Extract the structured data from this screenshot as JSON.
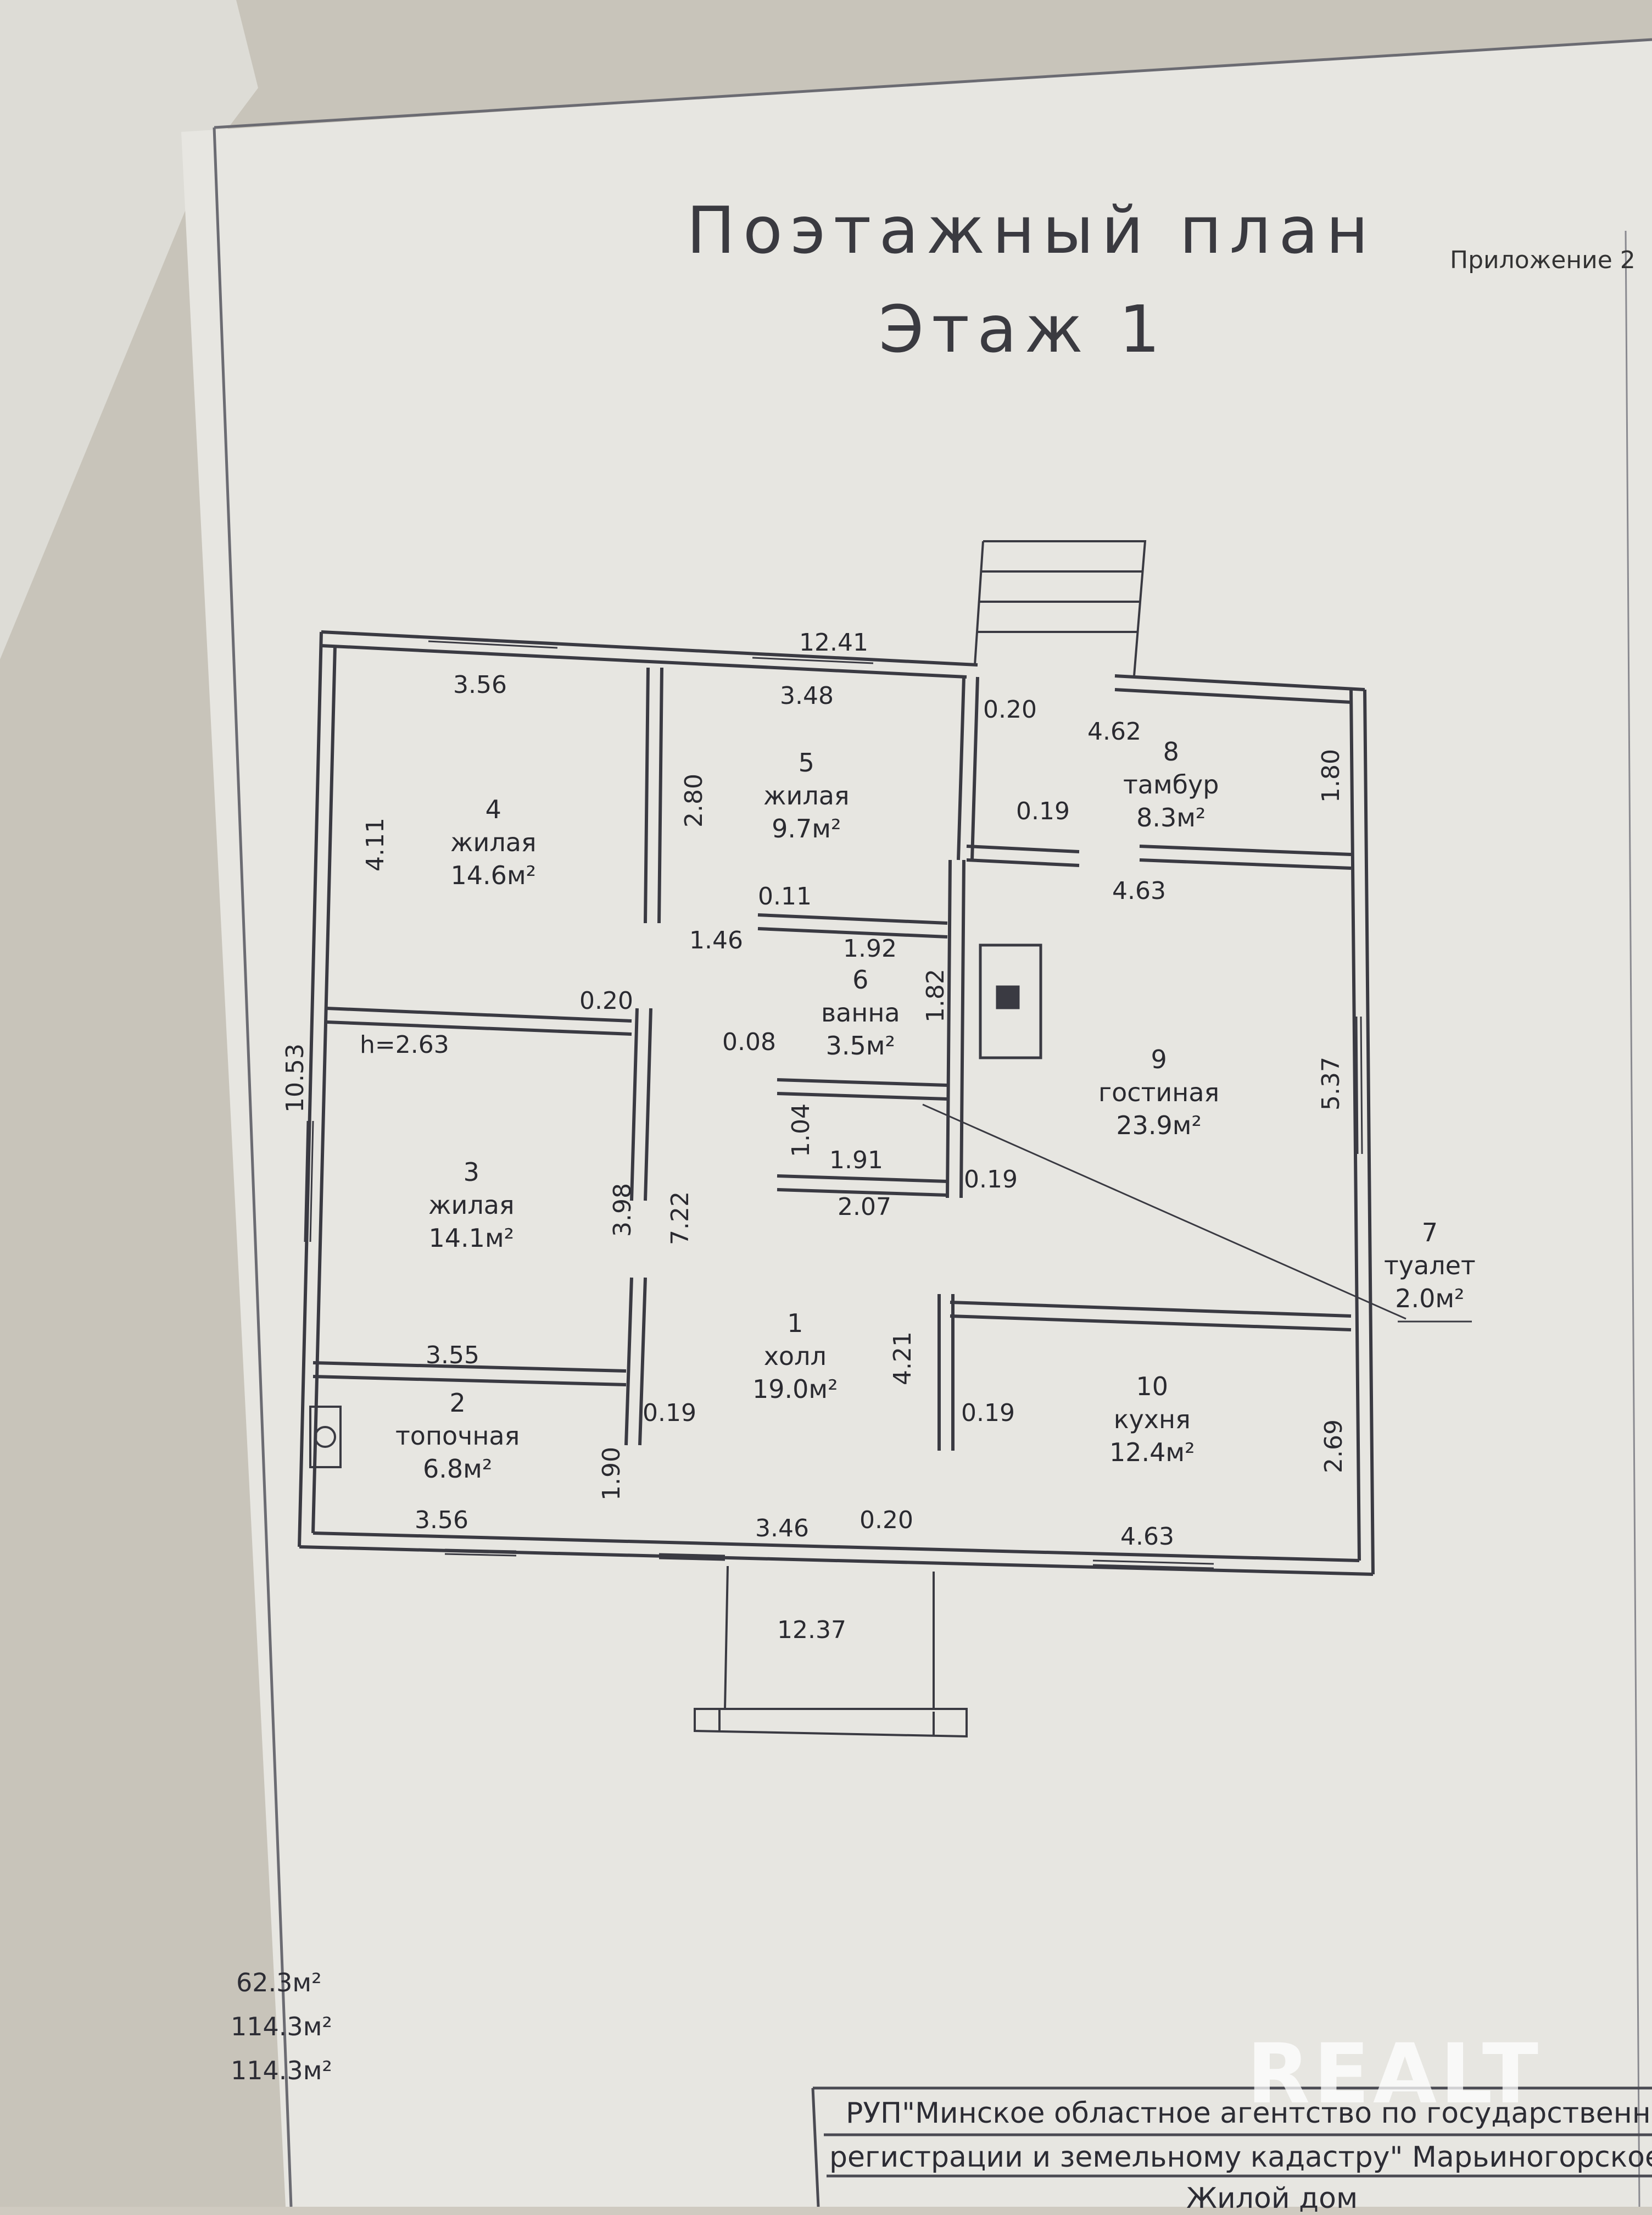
{
  "title": {
    "line1": "Поэтажный план",
    "line2": "Этаж 1",
    "appendix": "Приложение 2"
  },
  "rooms": [
    {
      "number": "1",
      "name": "холл",
      "area": "19.0м²"
    },
    {
      "number": "2",
      "name": "топочная",
      "area": "6.8м²"
    },
    {
      "number": "3",
      "name": "жилая",
      "area": "14.1м²"
    },
    {
      "number": "4",
      "name": "жилая",
      "area": "14.6м²"
    },
    {
      "number": "5",
      "name": "жилая",
      "area": "9.7м²"
    },
    {
      "number": "6",
      "name": "ванна",
      "area": "3.5м²"
    },
    {
      "number": "7",
      "name": "туалет",
      "area": "2.0м²"
    },
    {
      "number": "8",
      "name": "тамбур",
      "area": "8.3м²"
    },
    {
      "number": "9",
      "name": "гостиная",
      "area": "23.9м²"
    },
    {
      "number": "10",
      "name": "кухня",
      "area": "12.4м²"
    }
  ],
  "dimensions": {
    "top_total": "12.41",
    "bottom_total": "12.37",
    "left_total": "10.53",
    "room4_width": "3.56",
    "room4_height": "4.11",
    "room5_width": "3.48",
    "room5_height": "2.80",
    "wall_020_top": "0.20",
    "room8_width": "4.62",
    "room8_height": "1.80",
    "wall_019_a": "0.19",
    "room9_width_top": "4.63",
    "wall_011": "0.11",
    "d_146": "1.46",
    "room6_width": "1.92",
    "room6_height": "1.82",
    "wall_020_mid": "0.20",
    "ceiling_height": "h=2.63",
    "wall_008": "0.08",
    "room7_height": "1.04",
    "room7_width": "1.91",
    "wall_019_b": "0.19",
    "d_207": "2.07",
    "room9_height": "5.37",
    "room3_height": "3.98",
    "hall_height": "7.22",
    "room2_width_top": "3.55",
    "kitchen_dim_left": "4.21",
    "wall_019_c": "0.19",
    "wall_019_d": "0.19",
    "room2_height": "1.90",
    "kitchen_height": "2.69",
    "room2_width_bottom": "3.56",
    "hall_width": "3.46",
    "wall_020_bottom": "0.20",
    "kitchen_width": "4.63"
  },
  "totals": [
    "62.3м²",
    "114.3м²",
    "114.3м²"
  ],
  "stamp": {
    "line1": "РУП\"Минское областное агентство по государственной",
    "line2": "регистрации и земельному кадастру\" Марьиногорское бю",
    "line3": "Жилой дом"
  },
  "watermark": "REALT"
}
